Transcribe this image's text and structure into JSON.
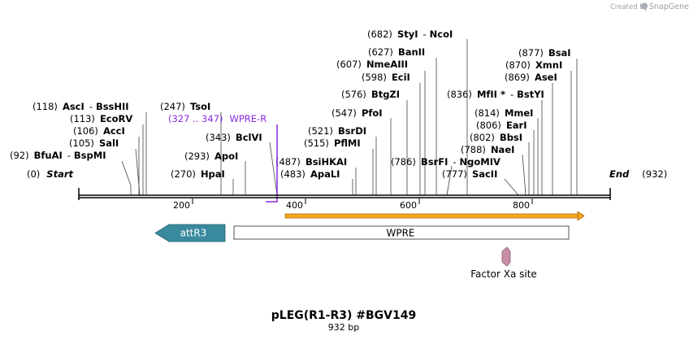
{
  "credit": {
    "prefix": "Created by",
    "brand": "SnapGene"
  },
  "title": "pLEG(R1-R3)   #BGV149",
  "length_label": "932 bp",
  "ends": {
    "start": {
      "pos": "(0)",
      "name": "Start"
    },
    "end": {
      "name": "End",
      "pos": "(932)"
    }
  },
  "axis": {
    "ticks": [
      "200",
      "400",
      "600",
      "800"
    ]
  },
  "sites": [
    {
      "pos": "(118)",
      "name": "AscI",
      "dash": "-",
      "name2": "BssHII"
    },
    {
      "pos": "(113)",
      "name": "EcoRV"
    },
    {
      "pos": "(106)",
      "name": "AccI"
    },
    {
      "pos": "(105)",
      "name": "SalI"
    },
    {
      "pos": "(92)",
      "name": "BfuAI",
      "dash": "-",
      "name2": "BspMI"
    },
    {
      "pos": "(247)",
      "name": "TsoI"
    },
    {
      "pos": "(343)",
      "name": "BclVI"
    },
    {
      "pos": "(293)",
      "name": "ApoI"
    },
    {
      "pos": "(270)",
      "name": "HpaI"
    },
    {
      "pos": "(682)",
      "name": "StyI",
      "dash": "-",
      "name2": "NcoI"
    },
    {
      "pos": "(627)",
      "name": "BanII"
    },
    {
      "pos": "(607)",
      "name": "NmeAIII"
    },
    {
      "pos": "(598)",
      "name": "EciI"
    },
    {
      "pos": "(576)",
      "name": "BtgZI"
    },
    {
      "pos": "(547)",
      "name": "PfoI"
    },
    {
      "pos": "(521)",
      "name": "BsrDI"
    },
    {
      "pos": "(515)",
      "name": "PflMI"
    },
    {
      "pos": "(487)",
      "name": "BsiHKAI"
    },
    {
      "pos": "(483)",
      "name": "ApaLI"
    },
    {
      "pos": "(786)",
      "name": "BsrFI",
      "dash": "-",
      "name2": "NgoMIV"
    },
    {
      "pos": "(877)",
      "name": "BsaI"
    },
    {
      "pos": "(870)",
      "name": "XmnI"
    },
    {
      "pos": "(869)",
      "name": "AseI"
    },
    {
      "pos": "(836)",
      "name": "MfII *",
      "dash": "-",
      "name2": "BstYI"
    },
    {
      "pos": "(814)",
      "name": "MmeI"
    },
    {
      "pos": "(806)",
      "name": "EarI"
    },
    {
      "pos": "(802)",
      "name": "BbsI"
    },
    {
      "pos": "(788)",
      "name": "NaeI"
    },
    {
      "pos": "(777)",
      "name": "SacII"
    }
  ],
  "primer": {
    "range": "(327 .. 347)",
    "name": "WPRE-R"
  },
  "features": {
    "attR3": "attR3",
    "wpre": "WPRE",
    "factor_xa": "Factor Xa site"
  },
  "colors": {
    "attR3": "#3a8a9e",
    "orf": "#f5a623",
    "primer": "#8a2be2",
    "factor_xa": "#c78fa8"
  }
}
